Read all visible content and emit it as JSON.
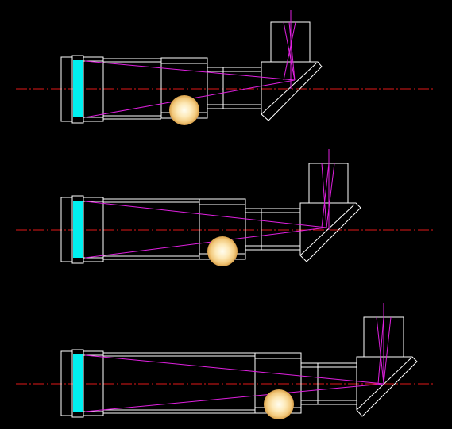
{
  "colors": {
    "background": "#000000",
    "outline": "#ffffff",
    "optical_axis": "#e01818",
    "light_rays": "#e020e0",
    "lens_glass": "#00f0f0",
    "focal_glow_center": "#fffbe6",
    "focal_glow_edge": "#e8c070"
  },
  "icons": {
    "lens": "cyan-rectangle",
    "focal_point": "glowing-circle",
    "mirror": "diagonal-prism"
  }
}
